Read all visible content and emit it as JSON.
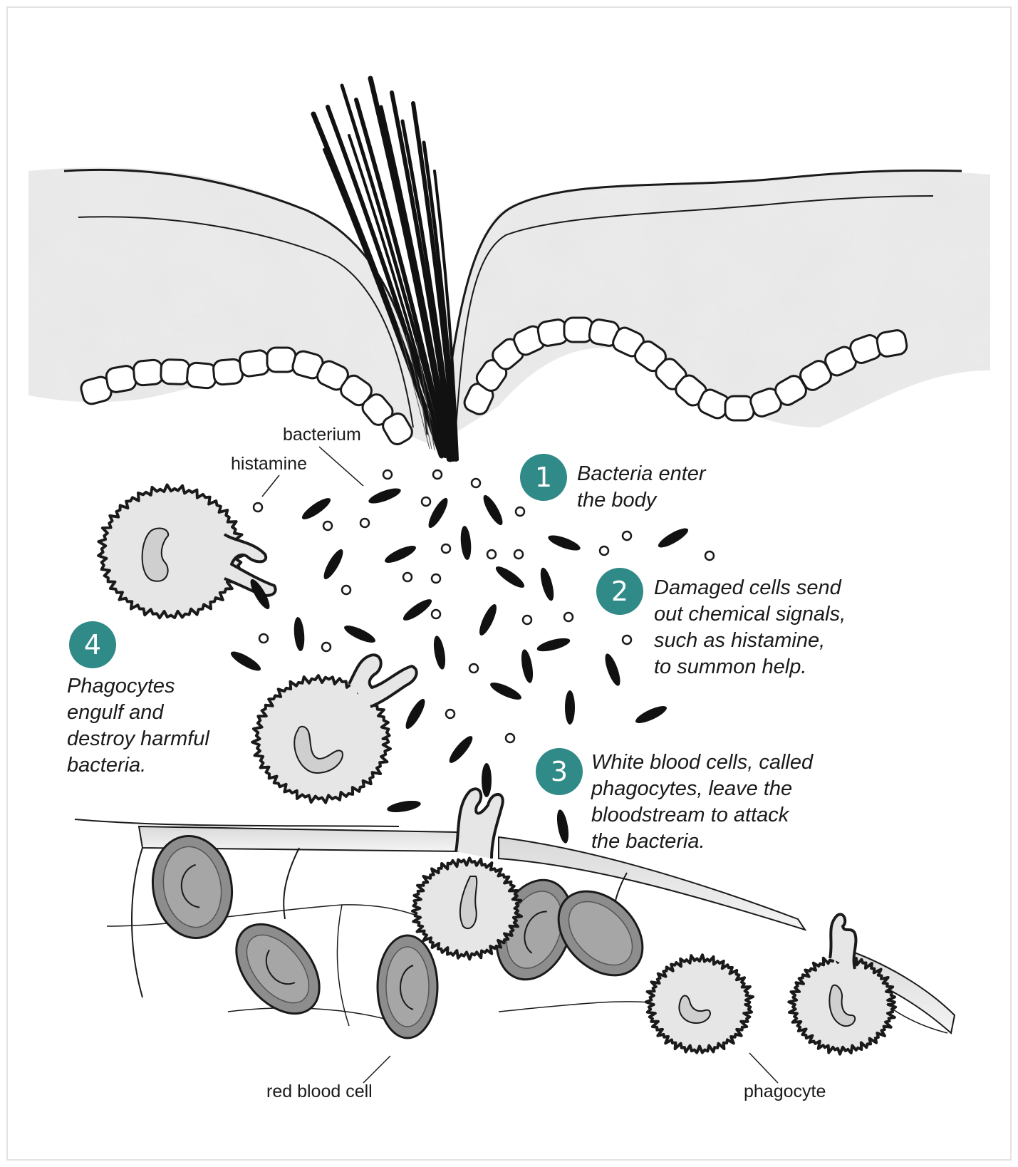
{
  "colors": {
    "accent": "#2f8a88",
    "ink": "#1a1a1a",
    "tissue": "#e8e8e8",
    "red_blood_cell": "#8d8d8d",
    "phagocyte": "#e3e3e3"
  },
  "labels": {
    "bacterium": "bacterium",
    "histamine": "histamine",
    "red_blood_cell": "red blood cell",
    "phagocyte": "phagocyte"
  },
  "steps": [
    {
      "number": "1",
      "lines": [
        "Bacteria enter",
        "the body"
      ]
    },
    {
      "number": "2",
      "lines": [
        "Damaged cells send",
        "out chemical signals,",
        "such as histamine,",
        "to summon help."
      ]
    },
    {
      "number": "3",
      "lines": [
        "White blood cells, called",
        "phagocytes, leave the",
        "bloodstream to attack",
        "the bacteria."
      ]
    },
    {
      "number": "4",
      "lines": [
        "Phagocytes",
        "engulf and",
        "destroy harmful",
        "bacteria."
      ]
    }
  ]
}
